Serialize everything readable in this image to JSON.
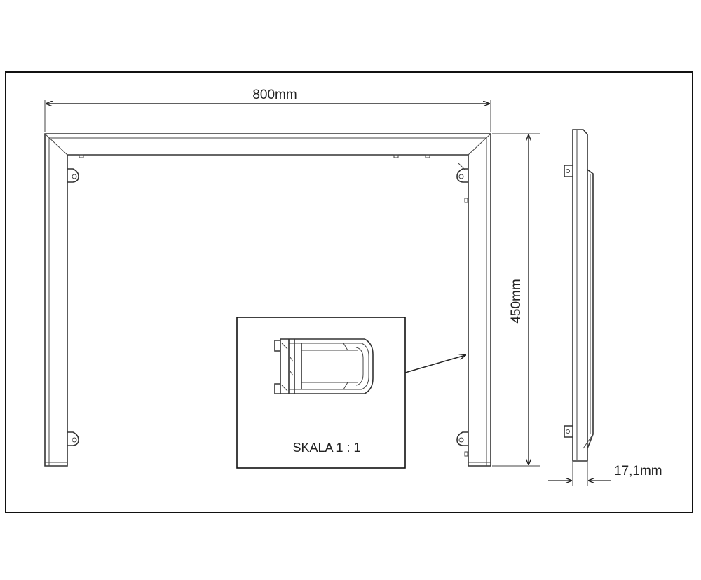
{
  "labels": {
    "width": "800mm",
    "height": "450mm",
    "depth": "17,1mm",
    "scale": "SKALA 1 : 1"
  },
  "colors": {
    "line": "#333333",
    "background": "#ffffff"
  }
}
